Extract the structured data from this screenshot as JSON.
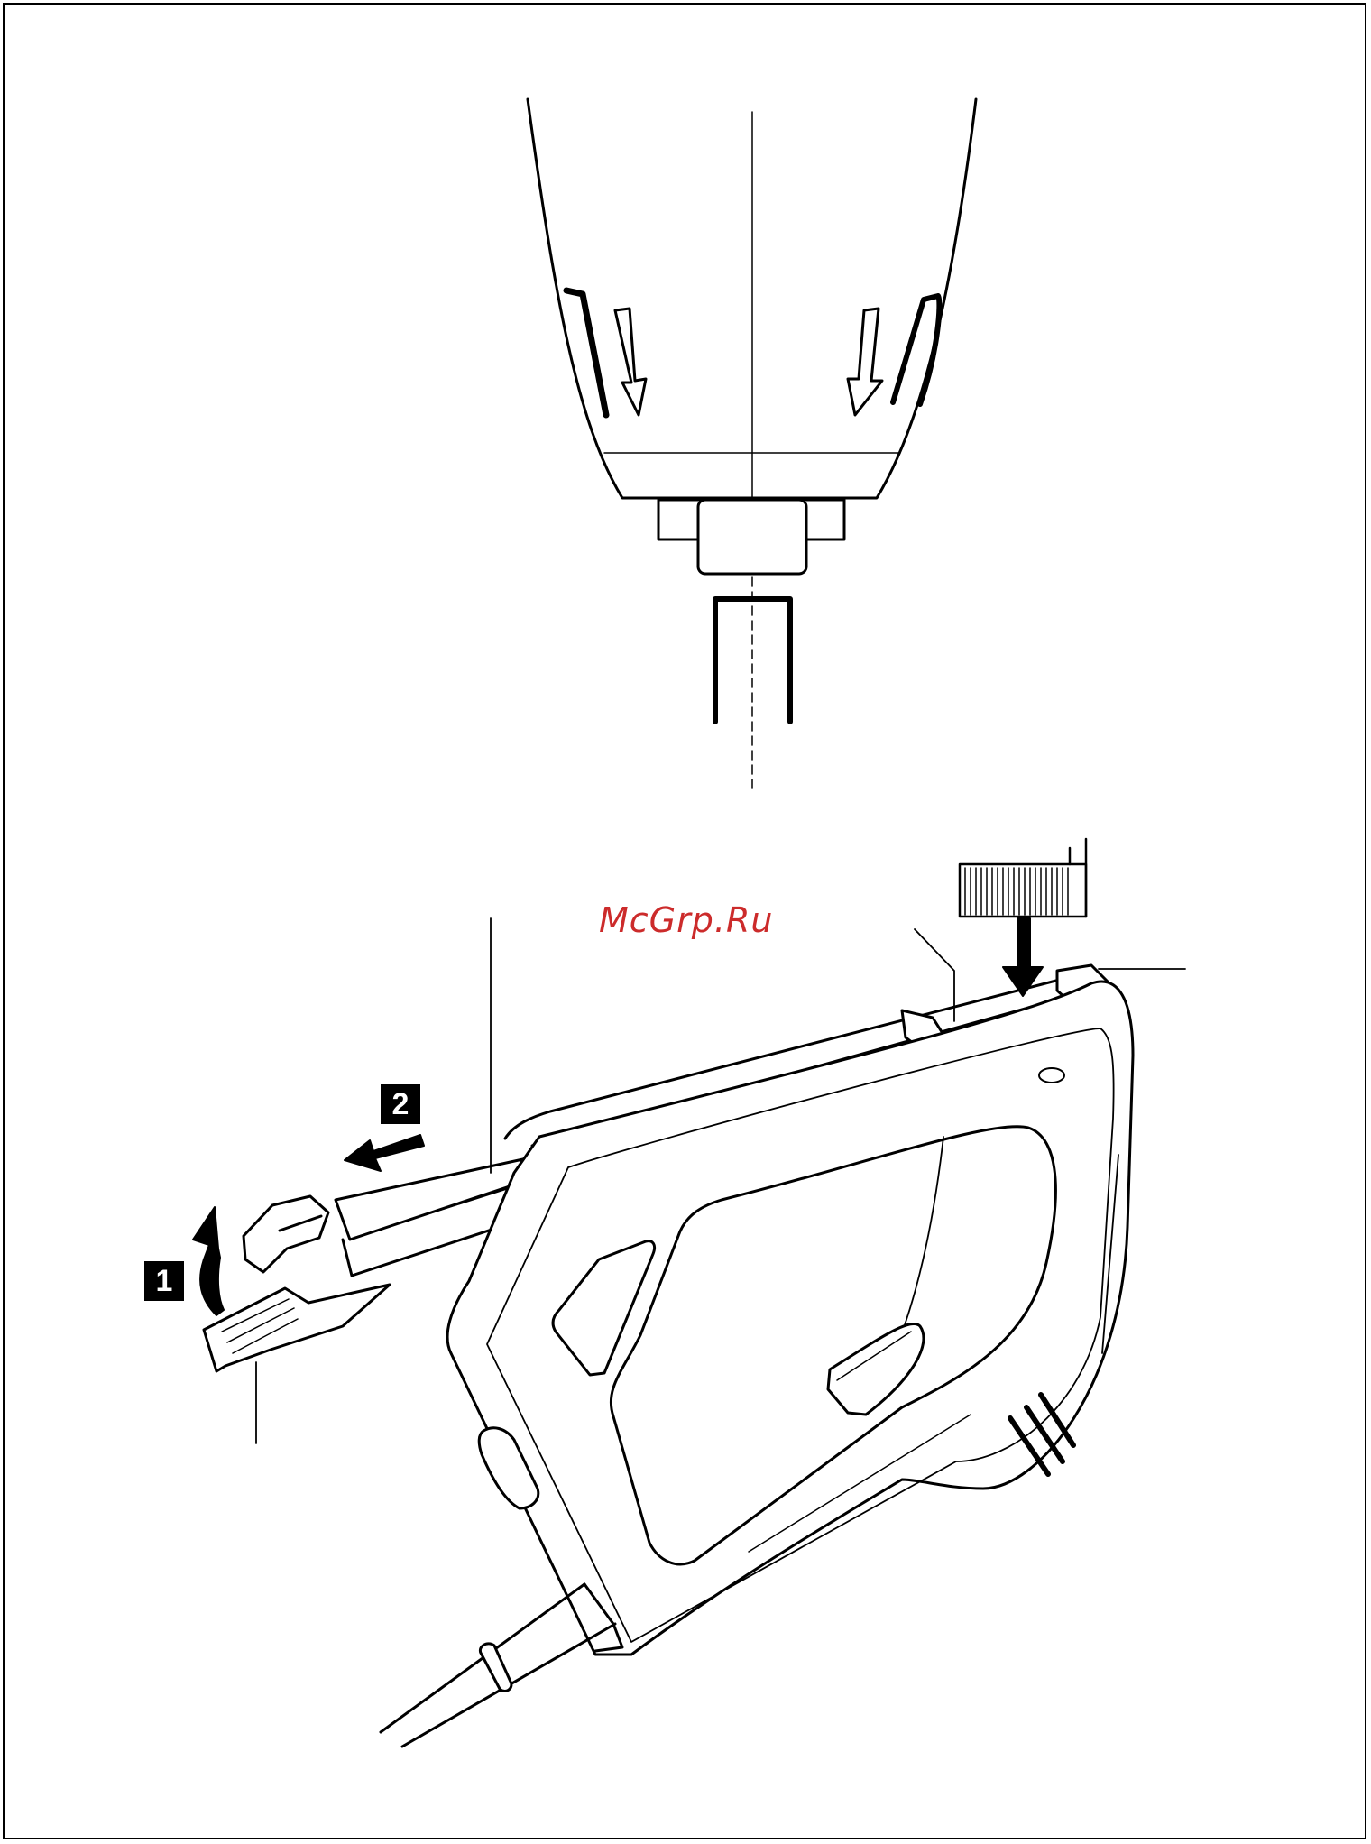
{
  "watermark": {
    "text": "McGrp.Ru",
    "color": "#cc2b2b"
  },
  "steps": [
    {
      "label": "1"
    },
    {
      "label": "2"
    }
  ],
  "colors": {
    "line": "#000000",
    "background": "#ffffff"
  },
  "icons": {
    "step1_arrow": "curved-up-arrow-icon",
    "step2_arrow": "left-arrow-icon",
    "staples_arrow": "down-arrow-icon"
  }
}
